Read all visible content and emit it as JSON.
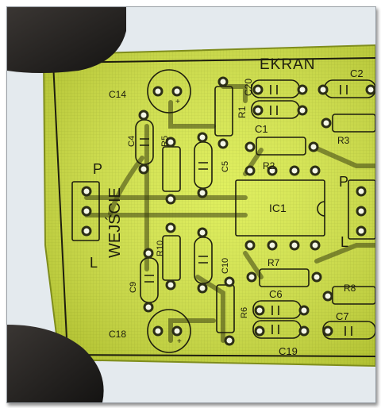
{
  "photo": {
    "board_title": "EKRAN",
    "input_label": "WEJŚCIE",
    "ic_label": "IC1",
    "channel_left": "P",
    "channel_right": "L",
    "channel_left_2": "P",
    "channel_right_2": "L",
    "components": {
      "c14": "C14",
      "c18": "C18",
      "c20": "C20",
      "c2": "C2",
      "r1": "R1",
      "c1": "C1",
      "r3": "R3",
      "c4": "C4",
      "r5": "R5",
      "c5": "C5",
      "r2": "R2",
      "r10": "R10",
      "c10": "C10",
      "c9": "C9",
      "r7": "R7",
      "r6": "R6",
      "c6": "C6",
      "r8": "R8",
      "c7": "C7",
      "c19": "C19"
    },
    "colors": {
      "board": "#d9ec3c",
      "board_shadow": "#8f9e22",
      "silkscreen": "#1d1d0e",
      "background": "#dfe6ec",
      "finger": "#2a2826"
    }
  }
}
